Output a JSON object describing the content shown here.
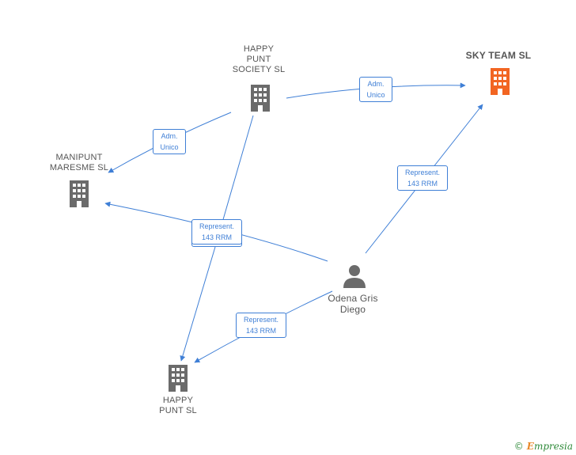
{
  "nodes": {
    "happy_punt_society": {
      "label": "HAPPY\nPUNT\nSOCIETY  SL",
      "type": "company"
    },
    "sky_team": {
      "label": "SKY TEAM SL",
      "type": "company-highlight"
    },
    "manipunt_maresme": {
      "label": "MANIPUNT\nMARESME SL",
      "type": "company"
    },
    "odena_gris": {
      "label": "Odena Gris\nDiego",
      "type": "person"
    },
    "happy_punt": {
      "label": "HAPPY\nPUNT SL",
      "type": "company"
    }
  },
  "edge_labels": {
    "society_to_sky": "Adm.\nUnico",
    "society_to_manipunt": "Adm.\nUnico",
    "person_to_sky": "Represent.\n143 RRM",
    "person_to_manipunt": "Represent.\n143 RRM",
    "person_to_happy": "Represent.\n143 RRM"
  },
  "footer": {
    "copyright": "©",
    "brand_initial": "E",
    "brand_rest": "mpresia"
  },
  "colors": {
    "edge": "#3f7fd6",
    "company_icon": "#6b6b6b",
    "highlight_icon": "#f26522",
    "person_icon": "#6b6b6b"
  }
}
